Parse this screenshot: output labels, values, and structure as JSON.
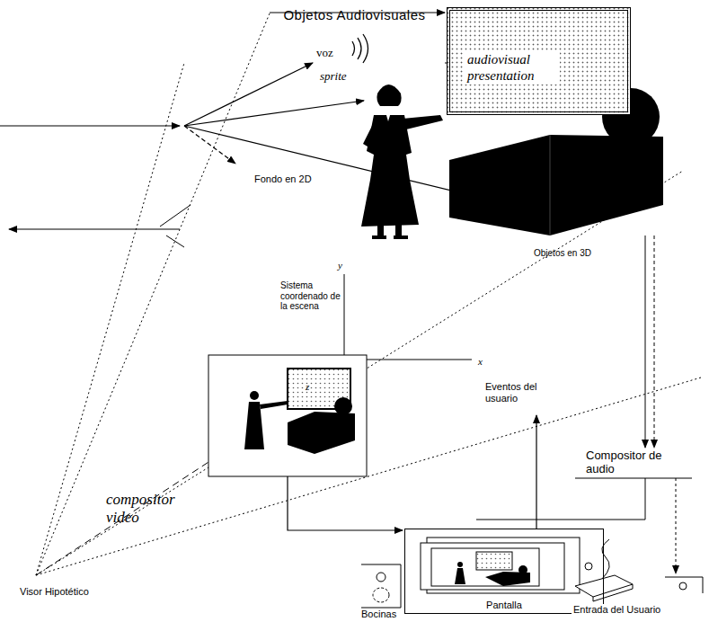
{
  "diagram": {
    "title": "Objetos Audiovisuales",
    "nodes": [
      {
        "text": [
          "audiovisual presentation"
        ]
      },
      {
        "text": [
          "Pantalla"
        ]
      }
    ],
    "labels": [
      "voz",
      "sprite",
      "Fondo en 2D",
      "Objetos en 3D",
      "y",
      "x",
      "z",
      "Sistema coordenado de la escena",
      "compositor video",
      "Eventos del usuario",
      "Compositor de audio",
      "Visor Hipotético",
      "Bocinas",
      "Entrada del Usuario"
    ]
  }
}
